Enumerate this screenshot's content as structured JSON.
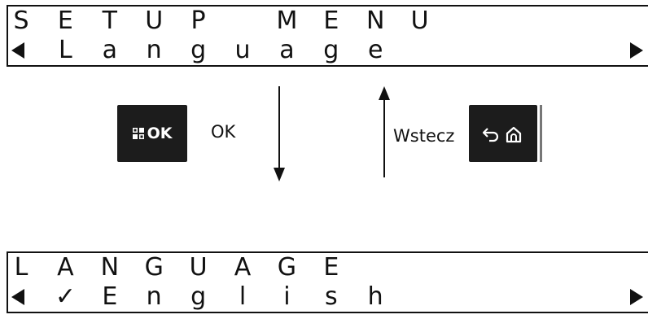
{
  "screens": [
    {
      "title": "SETUP MENU",
      "item": "Language",
      "check": ""
    },
    {
      "title": "LANGUAGE",
      "item": "English",
      "check": "✓"
    }
  ],
  "buttons": {
    "ok": {
      "label": "OK",
      "icon": "menu-grid-icon"
    },
    "back": {
      "icons": [
        "back-arrow-icon",
        "home-icon"
      ]
    }
  },
  "labels": {
    "ok": "OK",
    "back": "Wstecz"
  },
  "arrows": {
    "forward": "down-arrow",
    "backward": "up-arrow"
  }
}
